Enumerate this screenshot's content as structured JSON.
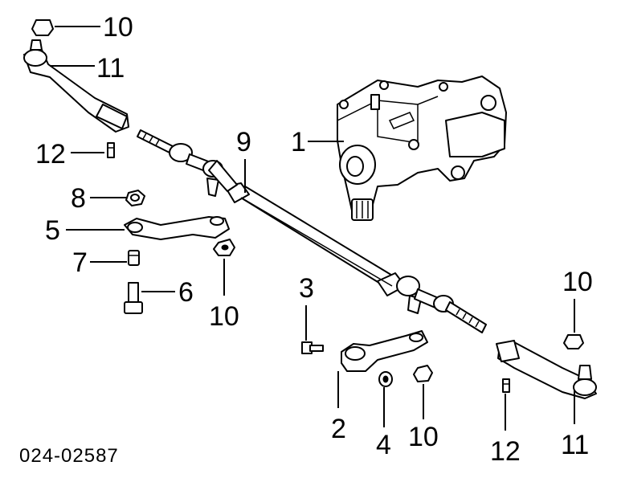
{
  "diagram": {
    "callouts": [
      {
        "id": "c10a",
        "text": "10"
      },
      {
        "id": "c11a",
        "text": "11"
      },
      {
        "id": "c12a",
        "text": "12"
      },
      {
        "id": "c8",
        "text": "8"
      },
      {
        "id": "c5",
        "text": "5"
      },
      {
        "id": "c7",
        "text": "7"
      },
      {
        "id": "c6",
        "text": "6"
      },
      {
        "id": "c10b",
        "text": "10"
      },
      {
        "id": "c9",
        "text": "9"
      },
      {
        "id": "c1",
        "text": "1"
      },
      {
        "id": "c3",
        "text": "3"
      },
      {
        "id": "c2",
        "text": "2"
      },
      {
        "id": "c4",
        "text": "4"
      },
      {
        "id": "c10c",
        "text": "10"
      },
      {
        "id": "c12b",
        "text": "12"
      },
      {
        "id": "c10d",
        "text": "10"
      },
      {
        "id": "c11b",
        "text": "11"
      }
    ],
    "reference_code": "024-02587"
  }
}
